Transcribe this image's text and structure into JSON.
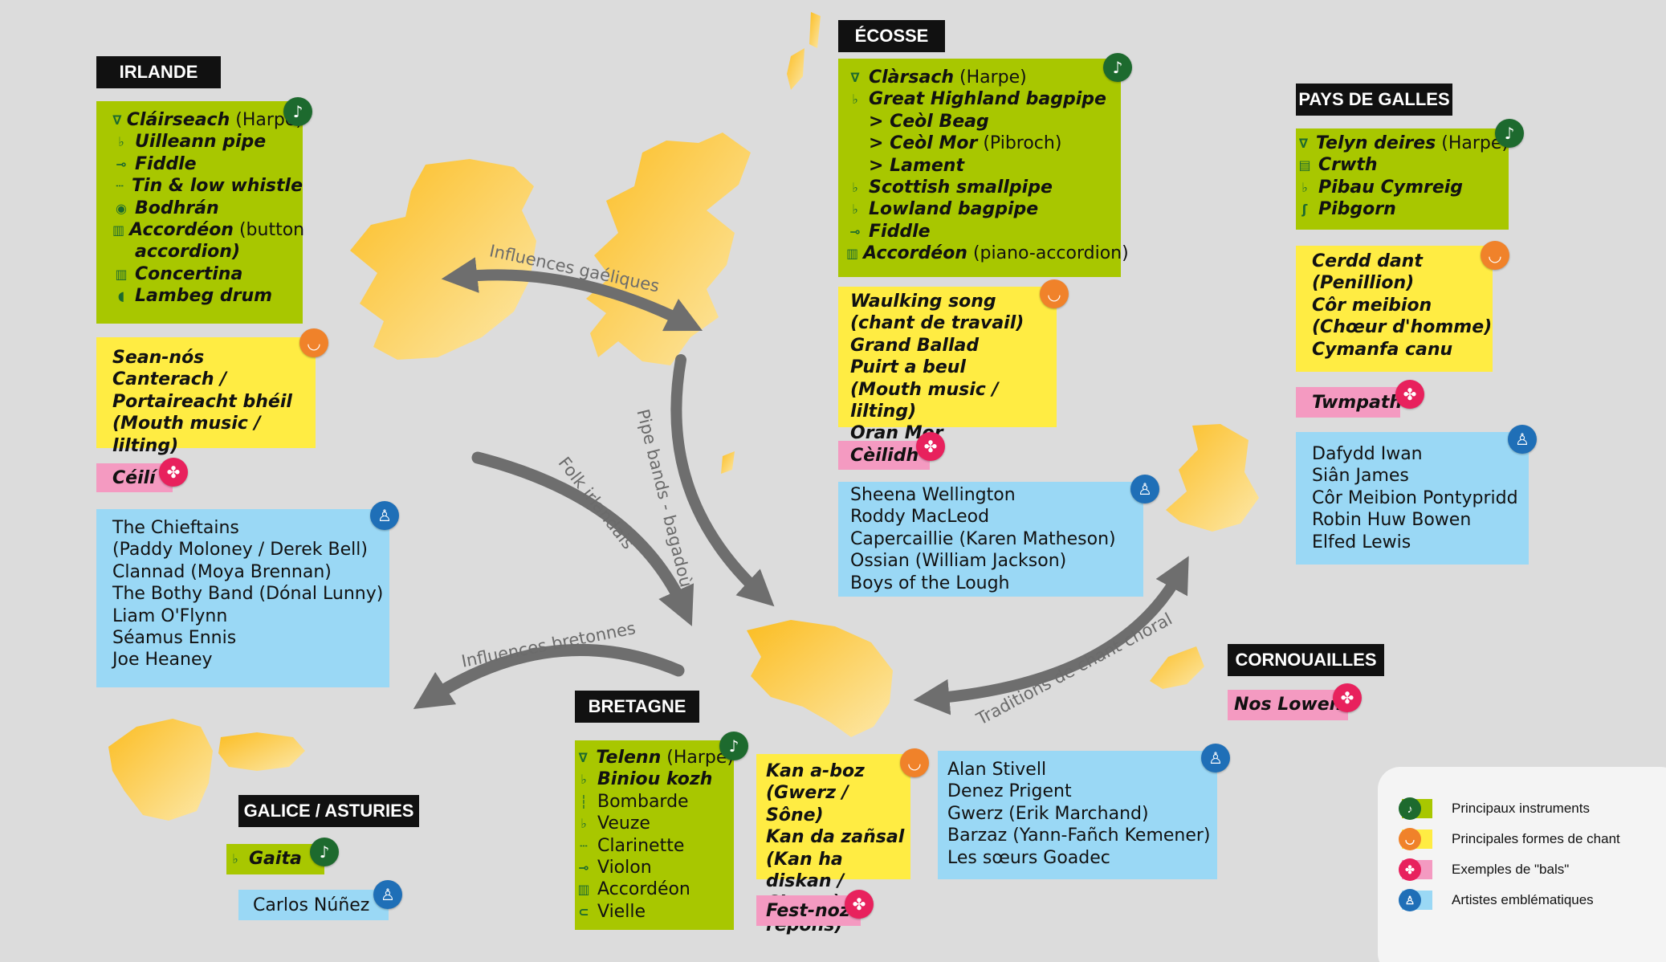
{
  "colors": {
    "background": "#dcdcdc",
    "land": "#fbc634",
    "instruments": "#a8c700",
    "chant": "#ffec43",
    "bals": "#f49ac1",
    "artistes": "#9ad8f5",
    "arrow": "#6e6e6e"
  },
  "arrows": {
    "gaeliques": "Influences gaéliques",
    "pipe_bands": "Pipe bands - bagadoù",
    "folk": "Folk irlandais",
    "bretonnes": "Influences bretonnes",
    "choral": "Traditions de chant choral"
  },
  "irlande": {
    "title": "IRLANDE",
    "instruments": [
      {
        "icon": "harp-icon",
        "name": "Cláirseach",
        "note": " (Harpe)"
      },
      {
        "icon": "pipe-icon",
        "name": "Uilleann pipe",
        "note": ""
      },
      {
        "icon": "fiddle-icon",
        "name": "Fiddle",
        "note": ""
      },
      {
        "icon": "whistle-icon",
        "name": "Tin & low whistle",
        "note": ""
      },
      {
        "icon": "drum-icon",
        "name": "Bodhrán",
        "note": ""
      },
      {
        "icon": "accordion-icon",
        "name": "Accordéon",
        "note": " (button"
      },
      {
        "icon": "",
        "name": "accordion)",
        "note": ""
      },
      {
        "icon": "concertina-icon",
        "name": "Concertina",
        "note": ""
      },
      {
        "icon": "lambeg-drum-icon",
        "name": "Lambeg drum",
        "note": ""
      }
    ],
    "chant": [
      "Sean-nós",
      "Canterach /",
      "Portaireacht bhéil",
      "(Mouth music / lilting)"
    ],
    "bal": "Céilí",
    "artistes": [
      "The Chieftains",
      "(Paddy Moloney / Derek Bell)",
      "Clannad (Moya Brennan)",
      "The Bothy Band (Dónal Lunny)",
      "Liam O'Flynn",
      "Séamus Ennis",
      "Joe Heaney"
    ]
  },
  "ecosse": {
    "title": "ÉCOSSE",
    "instruments": [
      {
        "icon": "harp-icon",
        "name": "Clàrsach",
        "note": " (Harpe)"
      },
      {
        "icon": "bagpipe-icon",
        "name": "Great Highland bagpipe",
        "note": ""
      },
      {
        "icon": "",
        "name": "> Ceòl Beag",
        "note": ""
      },
      {
        "icon": "",
        "name": "> Ceòl Mor",
        "note": " (Pibroch)"
      },
      {
        "icon": "",
        "name": "> Lament",
        "note": ""
      },
      {
        "icon": "bagpipe-icon",
        "name": "Scottish smallpipe",
        "note": ""
      },
      {
        "icon": "bagpipe-icon",
        "name": "Lowland bagpipe",
        "note": ""
      },
      {
        "icon": "fiddle-icon",
        "name": "Fiddle",
        "note": ""
      },
      {
        "icon": "accordion-icon",
        "name": "Accordéon",
        "note": " (piano-accordion)"
      }
    ],
    "chant": [
      "Waulking song",
      "(chant de travail)",
      "Grand Ballad",
      "Puirt a beul",
      "(Mouth music / lilting)",
      "Oran Mor"
    ],
    "bal": "Cèilidh",
    "artistes": [
      "Sheena Wellington",
      "Roddy MacLeod",
      "Capercaillie (Karen Matheson)",
      "Ossian (William Jackson)",
      "Boys of the Lough"
    ]
  },
  "galles": {
    "title": "PAYS DE GALLES",
    "instruments": [
      {
        "icon": "harp-icon",
        "name": "Telyn deires",
        "note": " (Harpe)"
      },
      {
        "icon": "crwth-icon",
        "name": "Crwth",
        "note": ""
      },
      {
        "icon": "bagpipe-icon",
        "name": "Pibau Cymreig",
        "note": ""
      },
      {
        "icon": "horn-icon",
        "name": "Pibgorn",
        "note": ""
      }
    ],
    "chant": [
      "Cerdd dant",
      "(Penillion)",
      "Côr meibion",
      "(Chœur d'homme)",
      "Cymanfa canu"
    ],
    "bal": "Twmpath",
    "artistes": [
      "Dafydd Iwan",
      "Siân James",
      "Côr Meibion Pontypridd",
      "Robin Huw Bowen",
      "Elfed Lewis"
    ]
  },
  "bretagne": {
    "title": "BRETAGNE",
    "instruments": [
      {
        "icon": "harp-icon",
        "name": "Telenn",
        "note": " (Harpe)",
        "italic": true
      },
      {
        "icon": "bagpipe-icon",
        "name": "Biniou kozh",
        "note": "",
        "italic": true
      },
      {
        "icon": "bombarde-icon",
        "name": "Bombarde",
        "note": "",
        "italic": false
      },
      {
        "icon": "bagpipe-icon",
        "name": "Veuze",
        "note": "",
        "italic": false
      },
      {
        "icon": "clarinet-icon",
        "name": "Clarinette",
        "note": "",
        "italic": false
      },
      {
        "icon": "fiddle-icon",
        "name": "Violon",
        "note": "",
        "italic": false
      },
      {
        "icon": "accordion-icon",
        "name": "Accordéon",
        "note": "",
        "italic": false
      },
      {
        "icon": "vielle-icon",
        "name": "Vielle",
        "note": "",
        "italic": false
      }
    ],
    "chant": [
      "Kan a-boz",
      "(Gwerz / Sône)",
      "Kan da zañsal",
      "(Kan ha diskan /",
      "Chant à répons)"
    ],
    "bal": "Fest-noz",
    "artistes": [
      "Alan Stivell",
      "Denez Prigent",
      "Gwerz (Erik Marchand)",
      "Barzaz (Yann-Fañch Kemener)",
      "Les sœurs Goadec"
    ]
  },
  "cornouailles": {
    "title": "CORNOUAILLES",
    "bal": "Nos Lowen"
  },
  "galice": {
    "title": "GALICE / ASTURIES",
    "instrument": "Gaita",
    "artiste": "Carlos Núñez"
  },
  "legend": {
    "instruments": "Principaux instruments",
    "chant": "Principales formes de chant",
    "bals": "Exemples de \"bals\"",
    "artistes": "Artistes emblématiques"
  }
}
